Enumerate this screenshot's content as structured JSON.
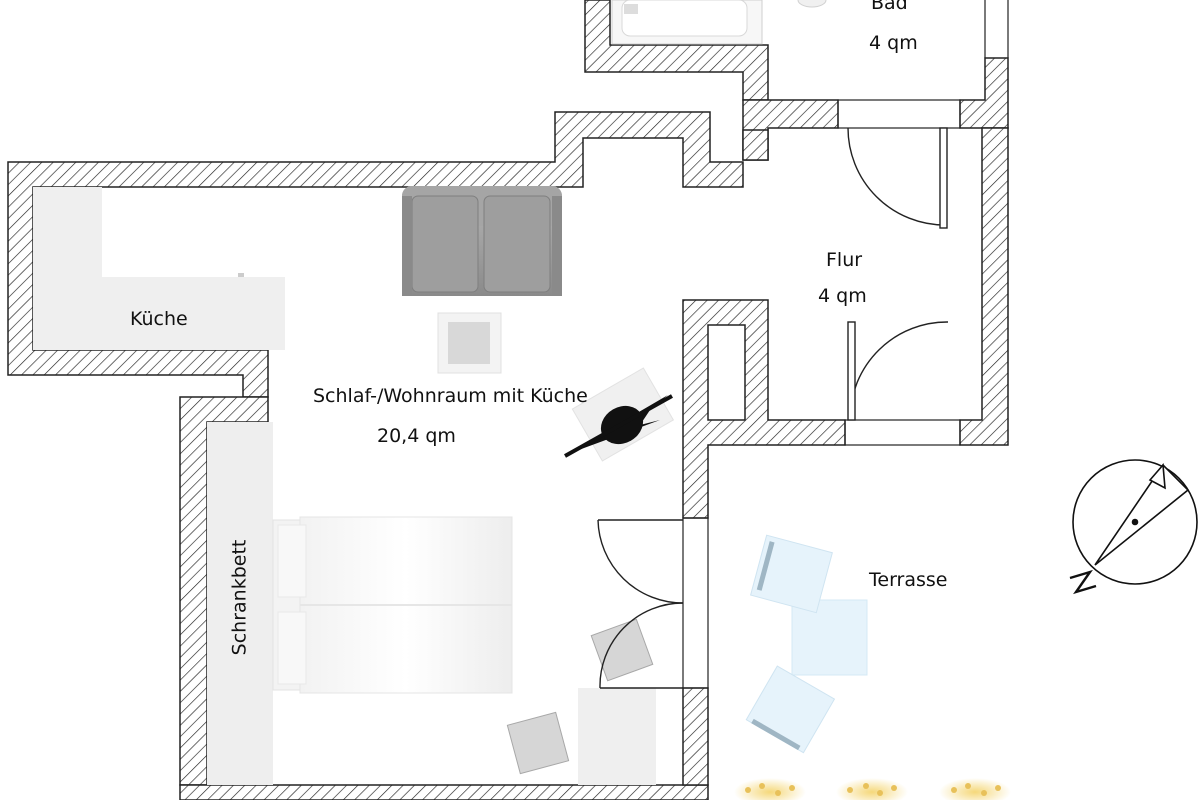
{
  "rooms": {
    "bad": {
      "name": "Bad",
      "area": "4 qm"
    },
    "flur": {
      "name": "Flur",
      "area": "4 qm"
    },
    "kueche": {
      "name": "Küche"
    },
    "wohnraum": {
      "name": "Schlaf-/Wohnraum mit Küche",
      "area": "20,4 qm"
    },
    "schrankbett": {
      "name": "Schrankbett"
    },
    "terrasse": {
      "name": "Terrasse"
    }
  },
  "compass": {
    "letter": "N",
    "icon": "north-arrow-icon"
  },
  "colors": {
    "wall_hatch": "#222222",
    "furniture_grey": "#9a9a9a",
    "light_grey": "#ececec",
    "terrace_furniture": "#e6f3fb"
  }
}
